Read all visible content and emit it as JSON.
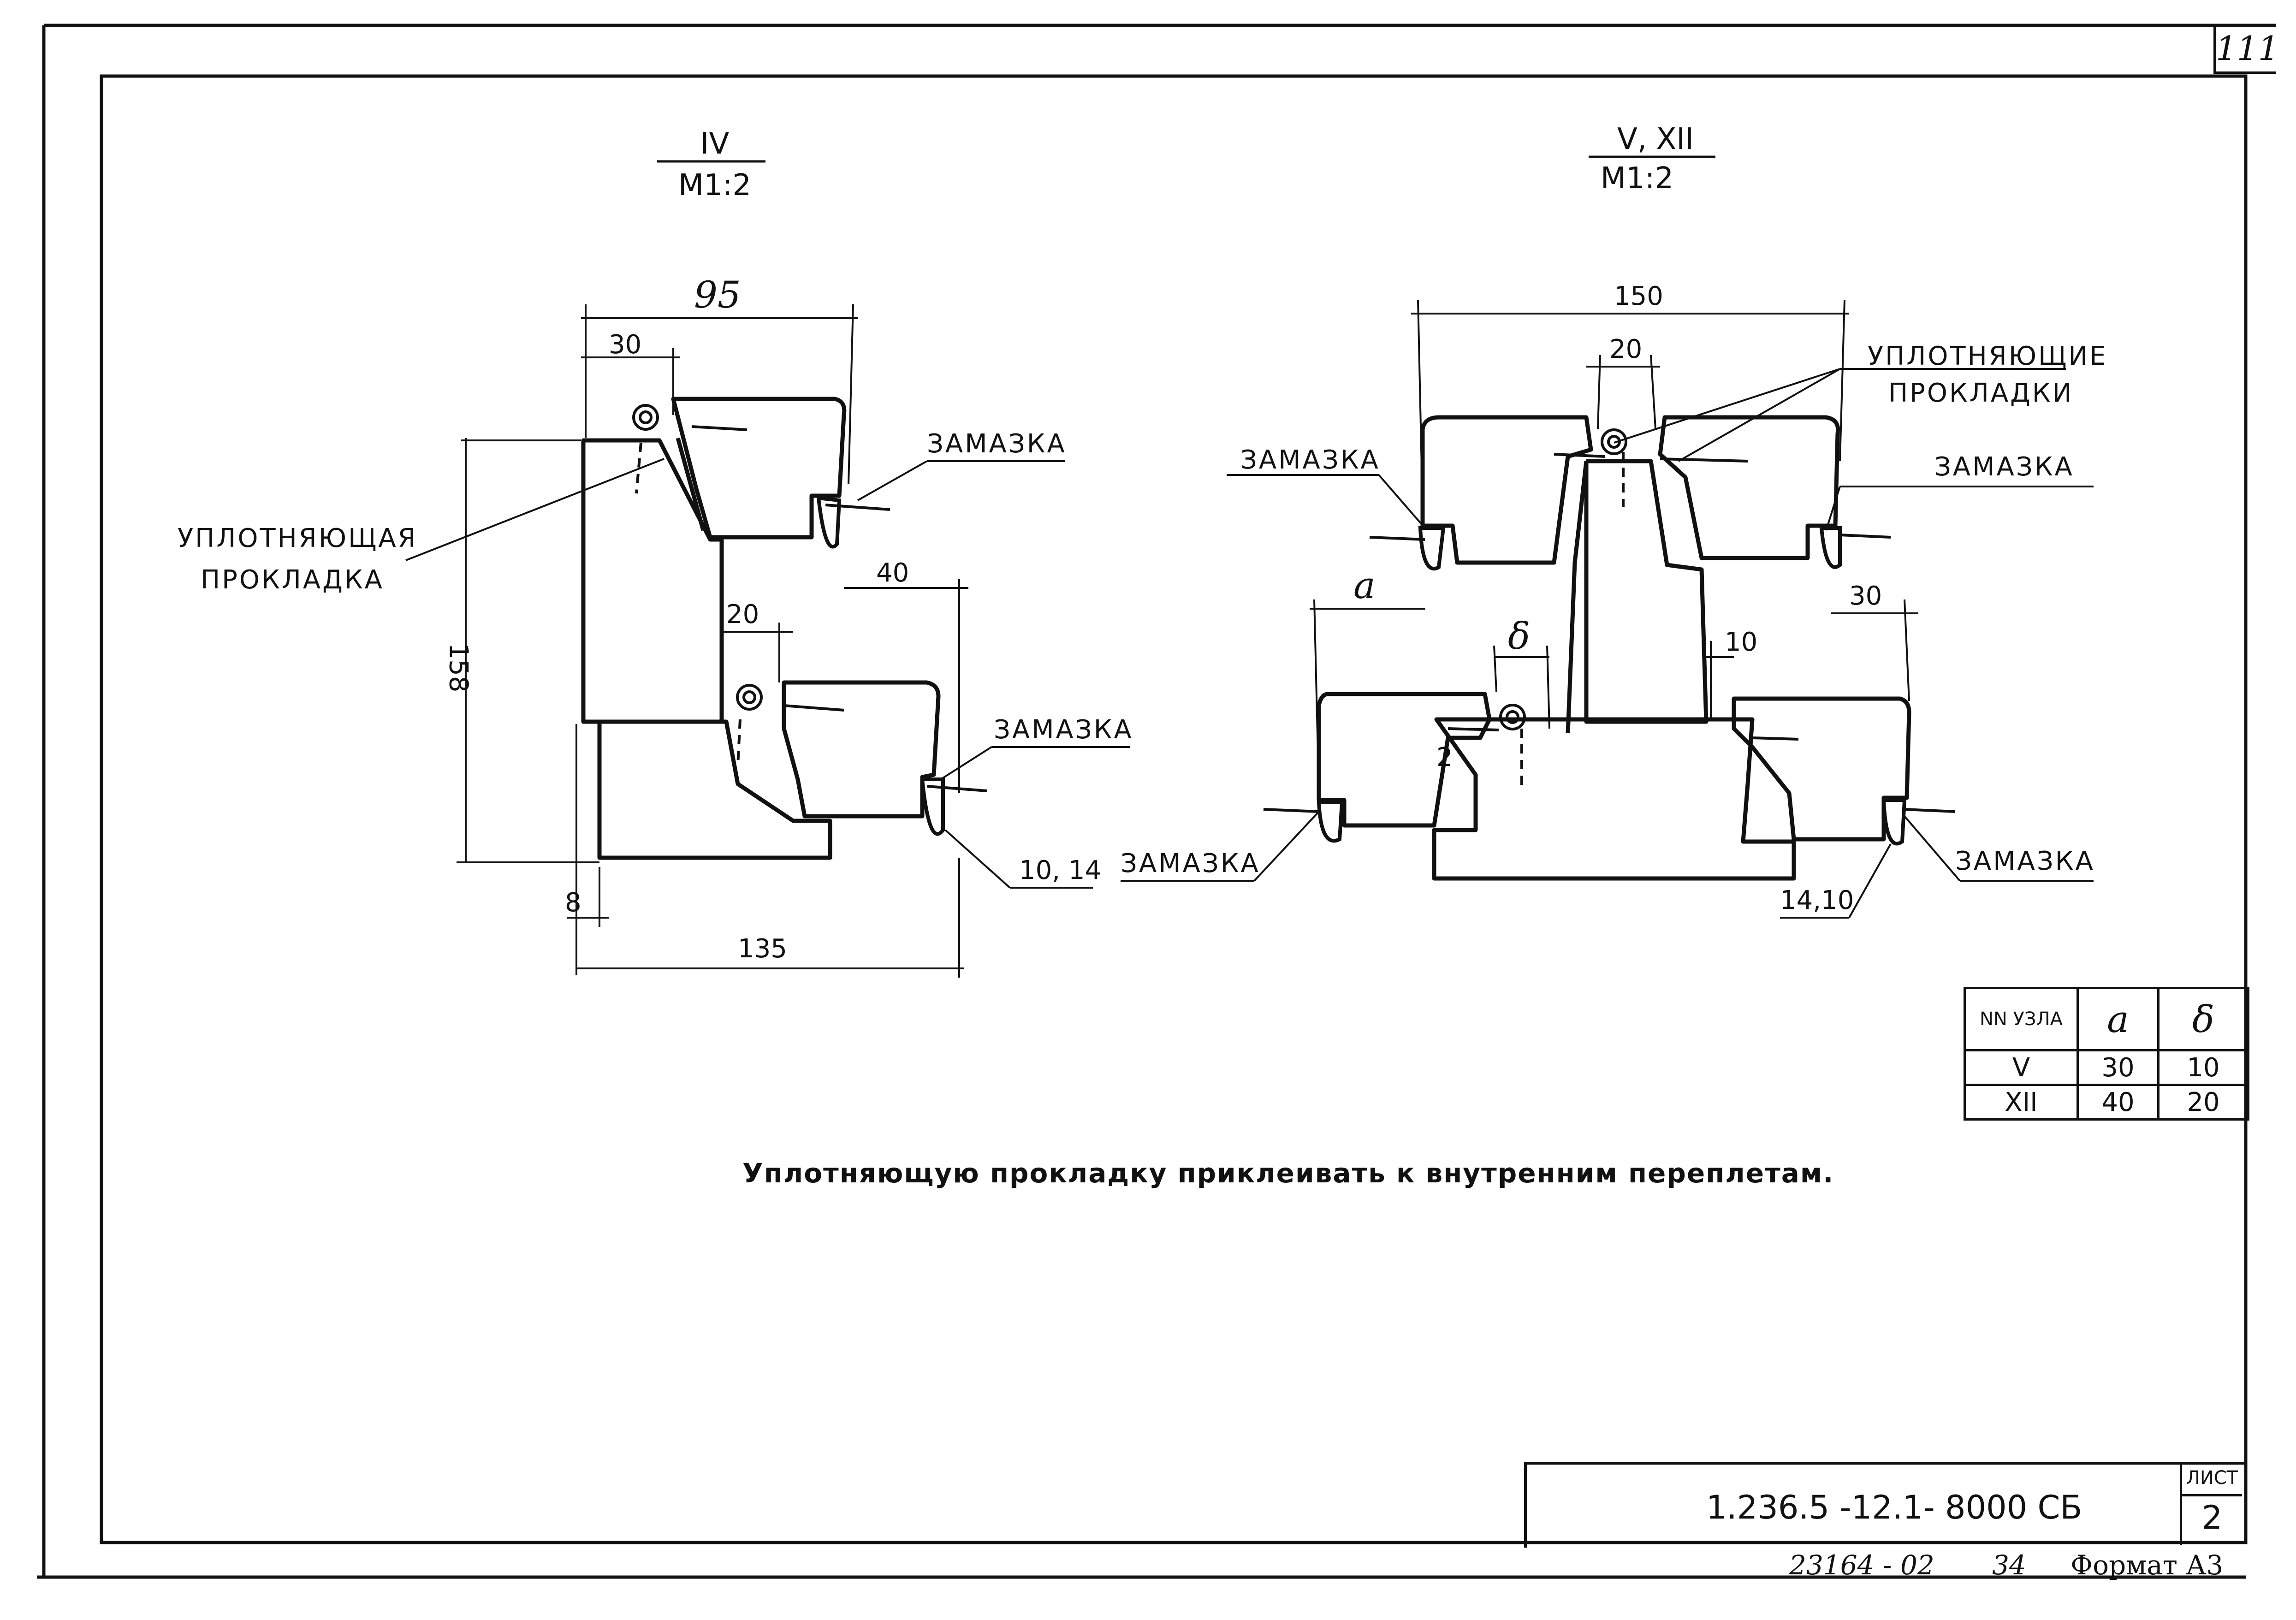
{
  "sheet": {
    "page_number": "111",
    "section_left": {
      "node": "IV",
      "scale": "М1:2"
    },
    "section_right": {
      "node": "V, XII",
      "scale": "М1:2"
    },
    "labels": {
      "sealing_gasket_single": [
        "УПЛОТНЯЮЩАЯ",
        "ПРОКЛАДКА"
      ],
      "sealing_gaskets_plural": [
        "УПЛОТНЯЮЩИЕ",
        "ПРОКЛАДКИ"
      ],
      "putty": "ЗАМАЗКА"
    },
    "left_dims": {
      "width_top": "95",
      "offset_top": "30",
      "offset_mid": "40",
      "offset_lower": "20",
      "height": "158",
      "gap_bottom": "8",
      "width_bottom": "135",
      "profile_ref": "10, 14"
    },
    "right_dims": {
      "width_top": "150",
      "offset_center": "20",
      "var_a": "a",
      "var_delta": "δ",
      "dim_10": "10",
      "dim_30": "30",
      "dim_2": "2",
      "profile_ref": "14,10"
    },
    "note": "Уплотняющую прокладку приклеивать к внутренним переплетам.",
    "node_table": {
      "headers": [
        "NN УЗЛА",
        "a",
        "δ"
      ],
      "rows": [
        {
          "node": "V",
          "a": "30",
          "d": "10"
        },
        {
          "node": "XII",
          "a": "40",
          "d": "20"
        }
      ]
    },
    "stamp": {
      "code": "1.236.5 -12.1- 8000 СБ",
      "sheet_label": "ЛИСТ",
      "sheet_number": "2"
    },
    "footer": {
      "inventory": "23164 - 02",
      "copy": "34",
      "format": "Формат А3"
    }
  }
}
